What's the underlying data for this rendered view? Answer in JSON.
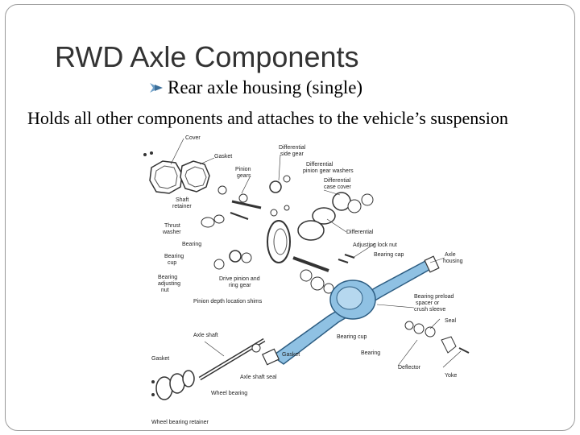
{
  "slide": {
    "title": "RWD Axle Components",
    "bullet": "Rear axle housing (single)",
    "body": "Holds all other components and attaches to the vehicle’s suspension"
  },
  "diagram": {
    "labels": {
      "cover": "Cover",
      "gasket_top": "Gasket",
      "diff_side_gear_1": "Differential",
      "diff_side_gear_2": "side gear",
      "pinion_gears_1": "Pinion",
      "pinion_gears_2": "gears",
      "diff_pinion_washers_1": "Differential",
      "diff_pinion_washers_2": "pinion gear washers",
      "diff_case_cover_1": "Differential",
      "diff_case_cover_2": "case cover",
      "shaft_retainer_1": "Shaft",
      "shaft_retainer_2": "retainer",
      "thrust_washer_1": "Thrust",
      "thrust_washer_2": "washer",
      "differential": "Differential",
      "adjusting_lock_nut": "Adjusting lock nut",
      "bearing": "Bearing",
      "bearing_cap": "Bearing cap",
      "axle_housing_1": "Axle",
      "axle_housing_2": "housing",
      "bearing_cup_1": "Bearing",
      "bearing_cup_2": "cup",
      "drive_pinion_1": "Drive pinion and",
      "drive_pinion_2": "ring gear",
      "bearing_adj_nut_1": "Bearing",
      "bearing_adj_nut_2": "adjusting",
      "bearing_adj_nut_3": "nut",
      "pinion_depth_shims": "Pinion depth location shims",
      "bearing_preload_1": "Bearing preload",
      "bearing_preload_2": "spacer or",
      "bearing_preload_3": "crush sleeve",
      "seal": "Seal",
      "axle_shaft": "Axle shaft",
      "bearing_cup_lower": "Bearing cup",
      "gasket_lower": "Gasket",
      "gasket_left": "Gasket",
      "bearing_lower": "Bearing",
      "deflector": "Deflector",
      "axle_shaft_seal": "Axle shaft seal",
      "yoke": "Yoke",
      "wheel_bearing": "Wheel bearing",
      "wheel_bearing_retainer": "Wheel bearing retainer"
    }
  }
}
